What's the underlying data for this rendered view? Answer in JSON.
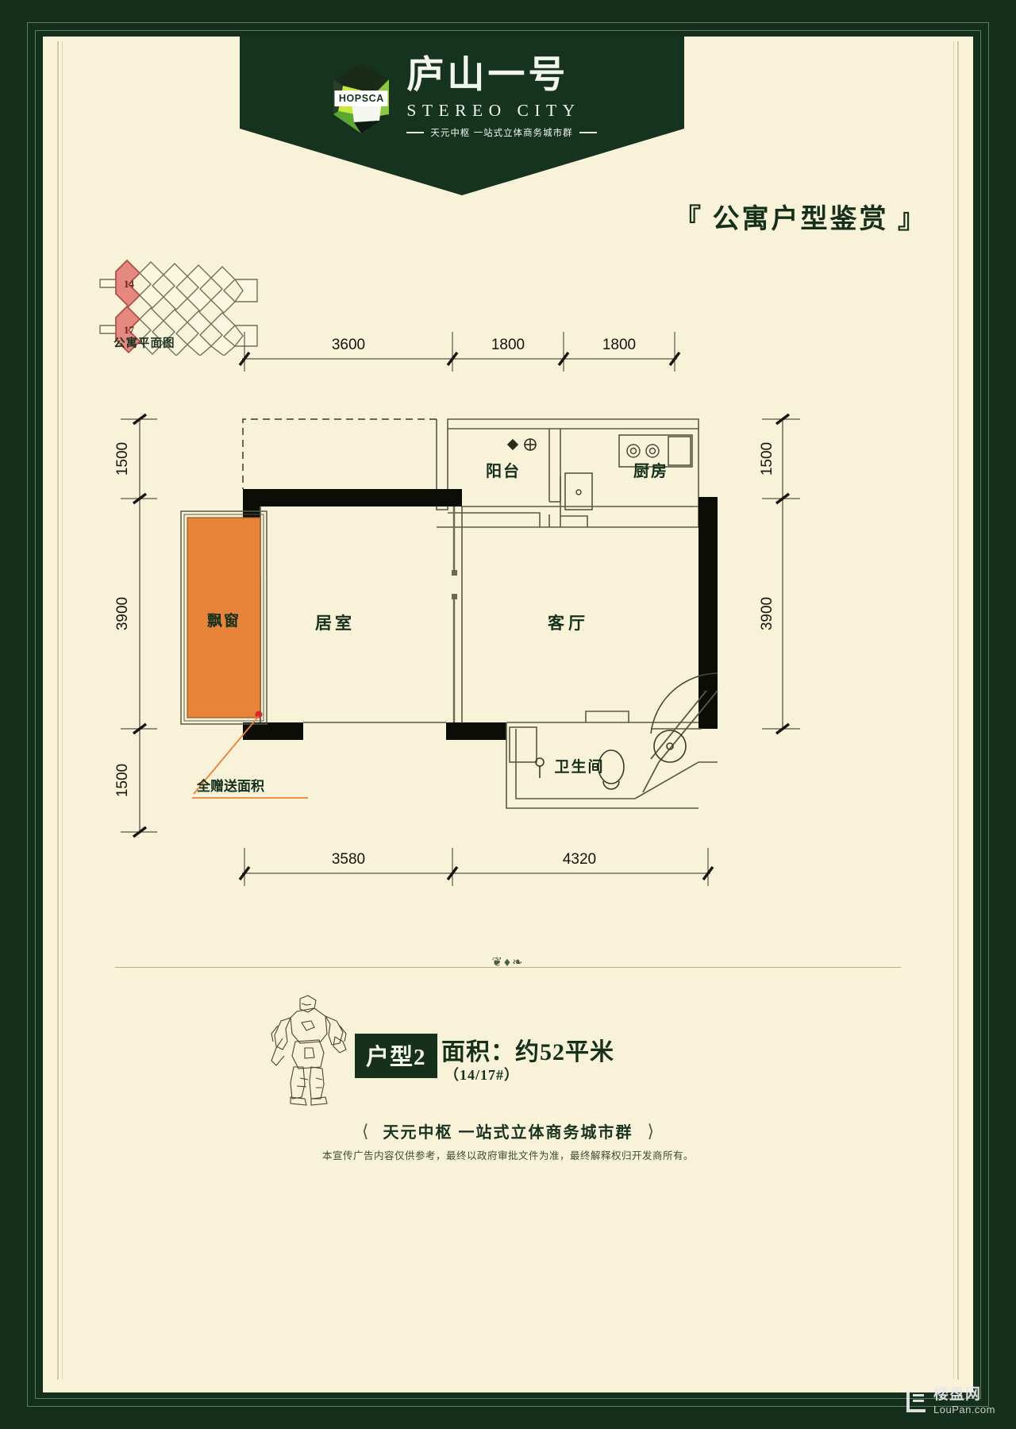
{
  "brand": {
    "logo_badge": "HOPSCA",
    "name_cn": "庐山一号",
    "name_en": "STEREO CITY",
    "tagline": "天元中枢  一站式立体商务城市群"
  },
  "section": {
    "title": "『 公寓户型鉴赏 』"
  },
  "keyplan": {
    "label": "公寓平面图",
    "highlight_units": [
      "14",
      "17"
    ],
    "highlight_color": "#e07b72"
  },
  "floorplan": {
    "rooms": [
      {
        "name": "阳台",
        "id": "balcony"
      },
      {
        "name": "厨房",
        "id": "kitchen"
      },
      {
        "name": "居室",
        "id": "bedroom"
      },
      {
        "name": "客厅",
        "id": "living-room"
      },
      {
        "name": "卫生间",
        "id": "bathroom"
      },
      {
        "name": "飘窗",
        "id": "bay-window"
      }
    ],
    "gift_label": "全赠送面积",
    "gift_color": "#e8833a",
    "dimensions": {
      "top": [
        "3600",
        "1800",
        "1800"
      ],
      "left": [
        "1500",
        "3900",
        "1500"
      ],
      "right": [
        "1500",
        "3900"
      ],
      "bottom": [
        "3580",
        "4320"
      ]
    }
  },
  "unit": {
    "badge": "户型2",
    "area_label": "面积：约52平米",
    "code": "（14/17#）"
  },
  "footer": {
    "tagline": "天元中枢  一站式立体商务城市群",
    "disclaimer": "本宣传广告内容仅供参考，最终以政府审批文件为准，最终解释权归开发商所有。"
  },
  "watermark": {
    "cn": "楼盘网",
    "en": "LouPan.com"
  }
}
